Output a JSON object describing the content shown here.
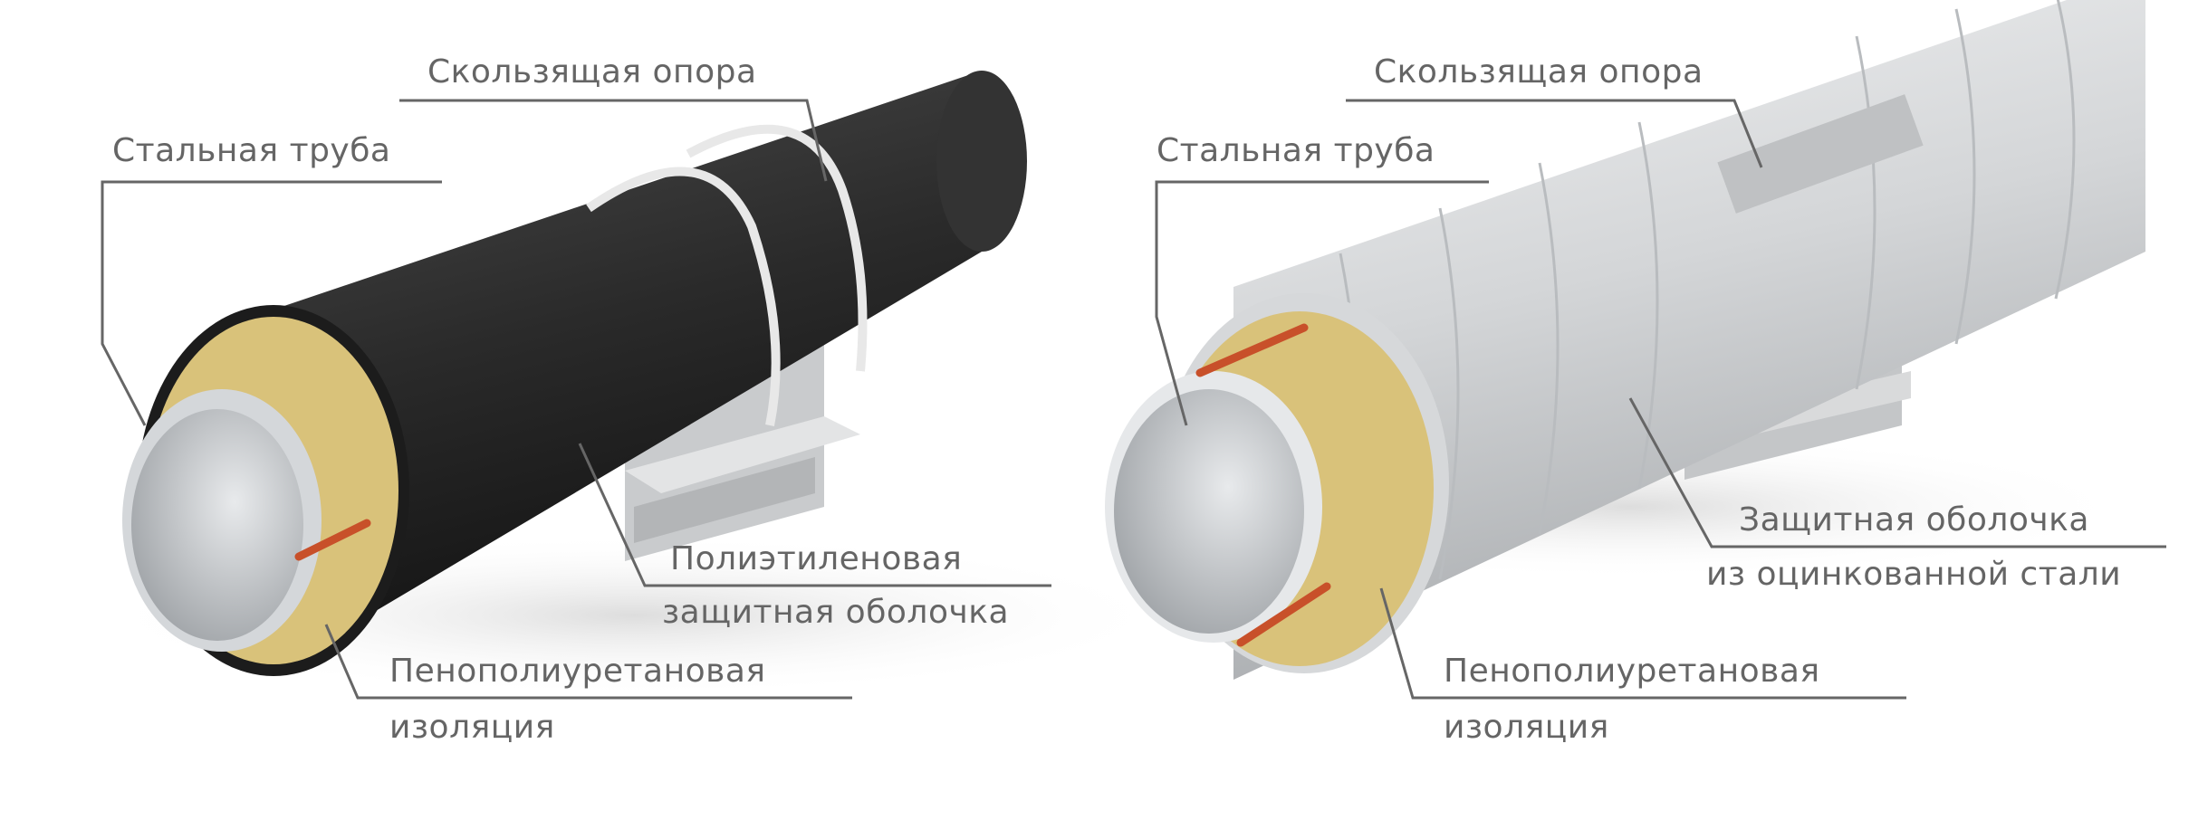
{
  "left_diagram": {
    "title": "Polyethylene shell pipe",
    "labels": {
      "sliding_support": "Скользящая опора",
      "steel_pipe": "Стальная труба",
      "shell_line1": "Полиэтиленовая",
      "shell_line2": "защитная оболочка",
      "insulation_line1": "Пенополиуретановая",
      "insulation_line2": "изоляция"
    }
  },
  "right_diagram": {
    "labels": {
      "sliding_support": "Скользящая опора",
      "steel_pipe": "Стальная труба",
      "shell_line1": "Защитная оболочка",
      "shell_line2": "из оцинкованной стали",
      "insulation_line1": "Пенополиуретановая",
      "insulation_line2": "изоляция"
    }
  },
  "colors": {
    "label_text": "#656565",
    "leader_line": "#666666",
    "polyethylene_shell": "#2b2b2b",
    "galvanized_shell": "#d6d8da",
    "insulation": "#d9c27a",
    "steel": "#c8cbce",
    "signal_wire": "#c8502a"
  }
}
